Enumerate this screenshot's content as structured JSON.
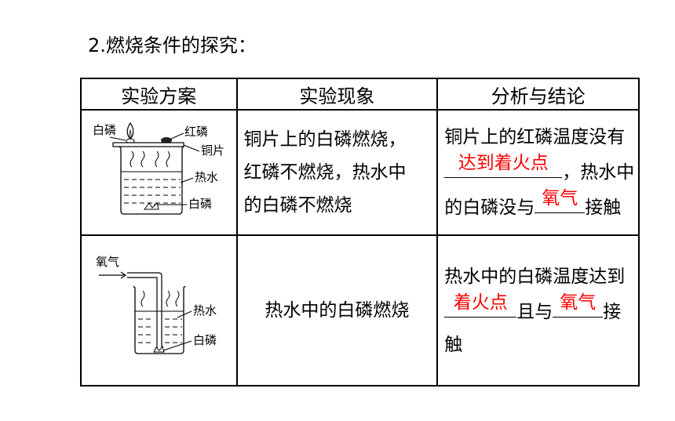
{
  "title": "2.燃烧条件的探究：",
  "headers": [
    "实验方案",
    "实验现象",
    "分析与结论"
  ],
  "row1": {
    "diagram_labels": {
      "white_p_top": "白磷",
      "red_p": "红磷",
      "copper": "铜片",
      "hot_water": "热水",
      "white_p_bottom": "白磷"
    },
    "phenomenon": [
      "铜片上的白磷燃烧，",
      "红磷不燃烧，热水中",
      "的白磷不燃烧"
    ],
    "analysis": {
      "line1": "铜片上的红磷温度没有",
      "blank1_answer": "达到着火点",
      "line2_suffix": "，热水中",
      "line3_prefix": "的白磷没与",
      "blank2_answer": "氧气",
      "line3_suffix": "接触"
    }
  },
  "row2": {
    "diagram_labels": {
      "oxygen": "氧气",
      "hot_water": "热水",
      "white_p": "白磷"
    },
    "phenomenon": "热水中的白磷燃烧",
    "analysis": {
      "line1": "热水中的白磷温度达到",
      "blank1_answer": "着火点",
      "middle": "且与",
      "blank2_answer": "氧气",
      "suffix": "接触"
    }
  }
}
